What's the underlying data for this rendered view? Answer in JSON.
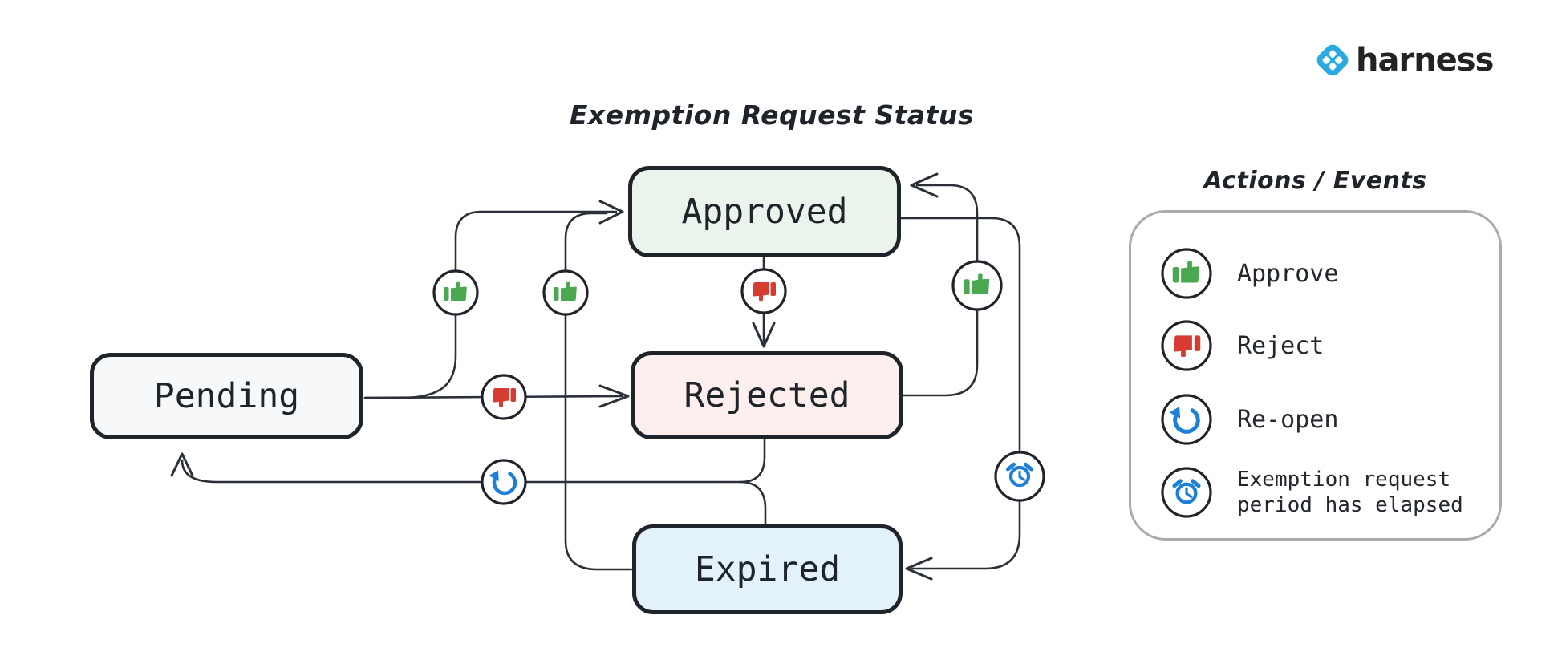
{
  "title": "Exemption Request Status",
  "brand": {
    "name": "harness",
    "color": "#29abe2"
  },
  "diagram": {
    "states": [
      {
        "id": "pending",
        "label": "Pending",
        "fill": "#f6f8fa"
      },
      {
        "id": "approved",
        "label": "Approved",
        "fill": "#e9f5ec"
      },
      {
        "id": "rejected",
        "label": "Rejected",
        "fill": "#fcefed"
      },
      {
        "id": "expired",
        "label": "Expired",
        "fill": "#e3f1fb"
      }
    ],
    "transitions": [
      {
        "from": "Pending",
        "to": "Approved",
        "action": "Approve"
      },
      {
        "from": "Pending",
        "to": "Rejected",
        "action": "Reject"
      },
      {
        "from": "Approved",
        "to": "Rejected",
        "action": "Reject"
      },
      {
        "from": "Rejected",
        "to": "Approved",
        "action": "Approve"
      },
      {
        "from": "Expired",
        "to": "Approved",
        "action": "Approve"
      },
      {
        "from": "Approved",
        "to": "Expired",
        "action": "Exemption request period has elapsed"
      },
      {
        "from": "Rejected",
        "to": "Pending",
        "action": "Re-open"
      },
      {
        "from": "Expired",
        "to": "Pending",
        "action": "Re-open"
      }
    ]
  },
  "legend": {
    "title": "Actions / Events",
    "items": [
      {
        "icon": "thumbs-up-icon",
        "label": "Approve"
      },
      {
        "icon": "thumbs-down-icon",
        "label": "Reject"
      },
      {
        "icon": "reopen-icon",
        "label": "Re-open"
      },
      {
        "icon": "alarm-clock-icon",
        "label": "Exemption request period has elapsed"
      }
    ]
  },
  "colors": {
    "approve": "#4aa850",
    "reject": "#d63c31",
    "event": "#1d7fd8",
    "line": "#2b3038",
    "box_border": "#1f232a",
    "legend_border": "#aaaaaa"
  }
}
